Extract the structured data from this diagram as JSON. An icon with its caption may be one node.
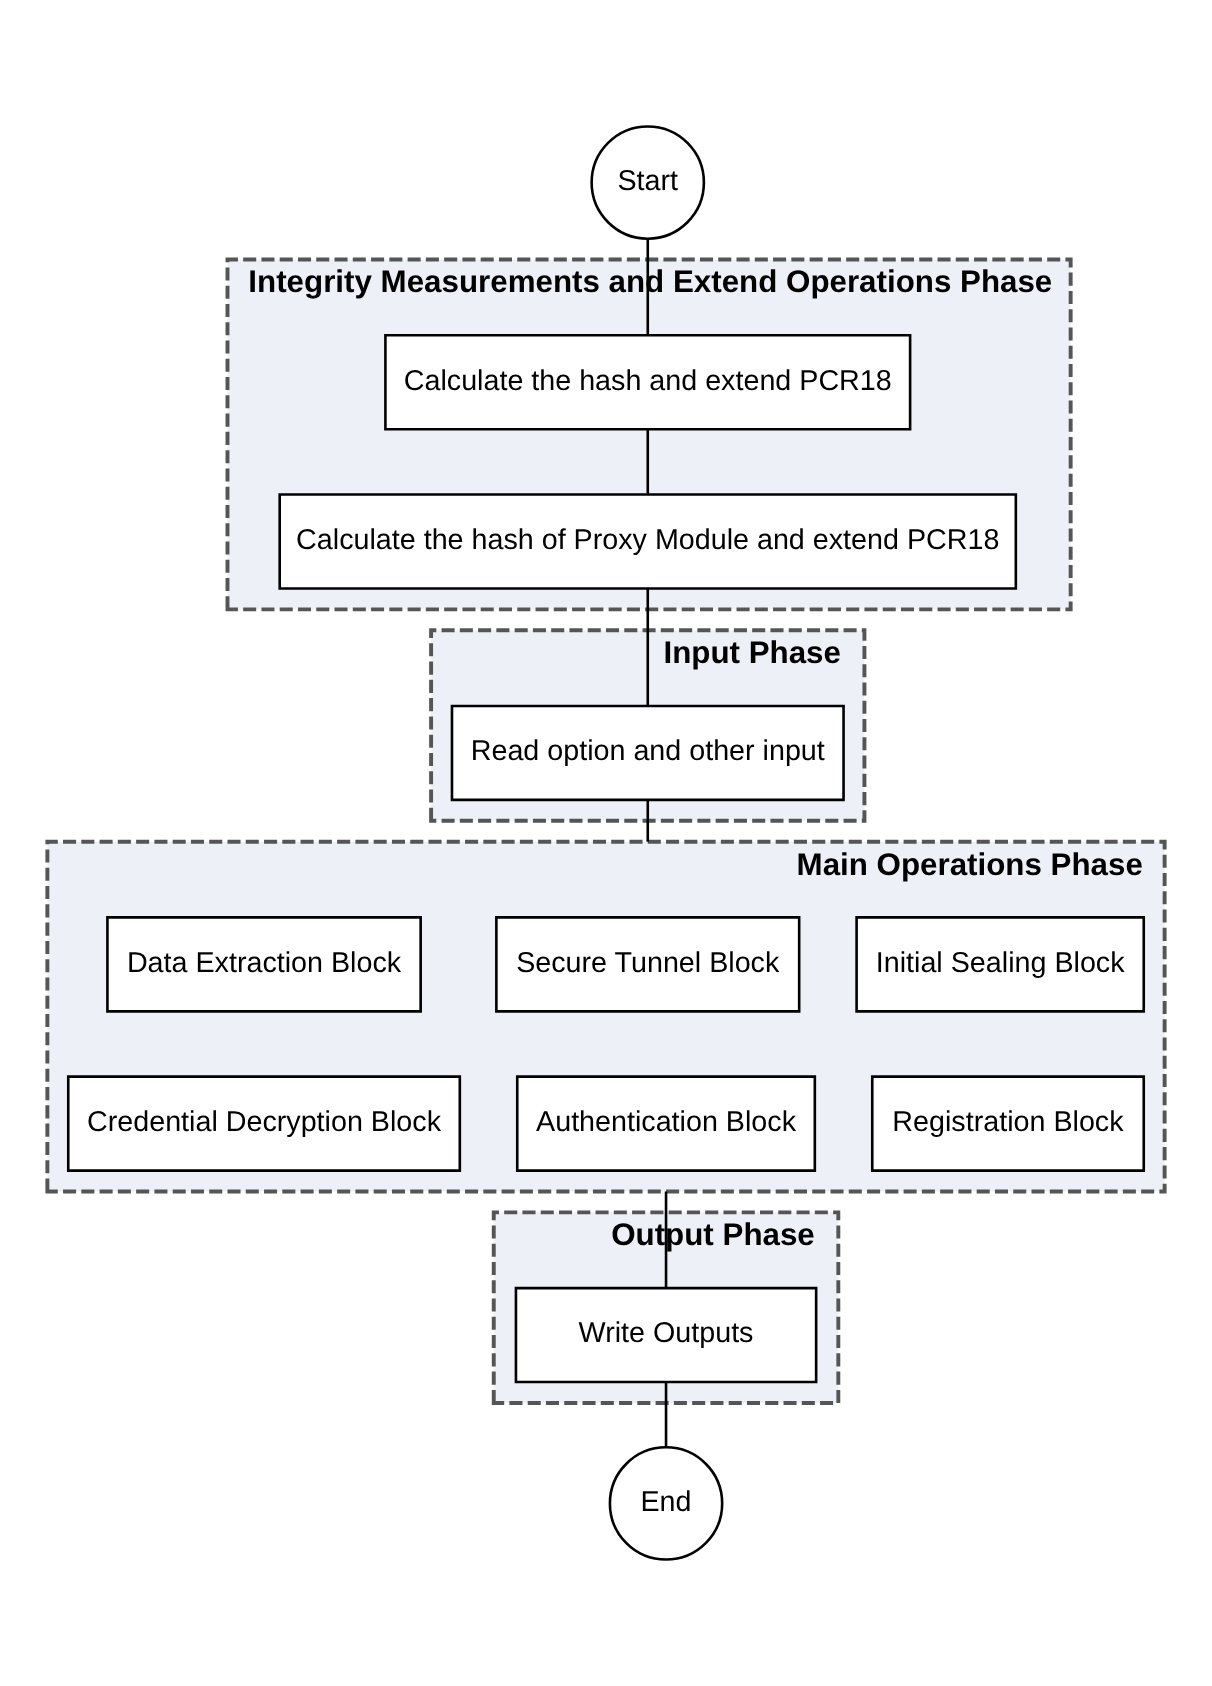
{
  "diagram": {
    "nodes": [
      {
        "text": [
          "Start"
        ]
      },
      {
        "text": [
          "Integrity Measurements and Extend Operations Phase"
        ]
      },
      {
        "text": [
          "Calculate the hash and extend PCR18"
        ],
        "in": 1
      },
      {
        "text": [
          "Calculate the hash of Proxy Module and extend PCR18"
        ],
        "in": 1
      },
      {
        "text": [
          "Input Phase"
        ]
      },
      {
        "text": [
          "Read option and other input"
        ],
        "in": 4
      },
      {
        "text": [
          "Main Operations Phase"
        ]
      },
      {
        "text": [
          "Initial Sealing Block"
        ],
        "in": 6
      },
      {
        "text": [
          "Secure Tunnel Block"
        ],
        "in": 6
      },
      {
        "text": [
          "Data Extraction Block"
        ],
        "in": 6
      },
      {
        "text": [
          "Registration Block"
        ],
        "in": 6
      },
      {
        "text": [
          "Authentication Block"
        ],
        "in": 6
      },
      {
        "text": [
          "Credential Decryption Block"
        ],
        "in": 6
      },
      {
        "text": [
          "Output Phase"
        ]
      },
      {
        "text": [
          "Write Outputs"
        ],
        "in": 13
      },
      {
        "text": [
          "End"
        ]
      }
    ],
    "edges": [
      {
        "from": 0,
        "to": 2,
        "arrow": "none"
      },
      {
        "from": 2,
        "to": 3,
        "arrow": "none"
      },
      {
        "from": 3,
        "to": 5,
        "arrow": "none"
      },
      {
        "from": 5,
        "to": 6,
        "arrow": "none"
      },
      {
        "from": 6,
        "to": 14,
        "arrow": "none"
      },
      {
        "from": 14,
        "to": 15,
        "arrow": "none"
      }
    ]
  }
}
